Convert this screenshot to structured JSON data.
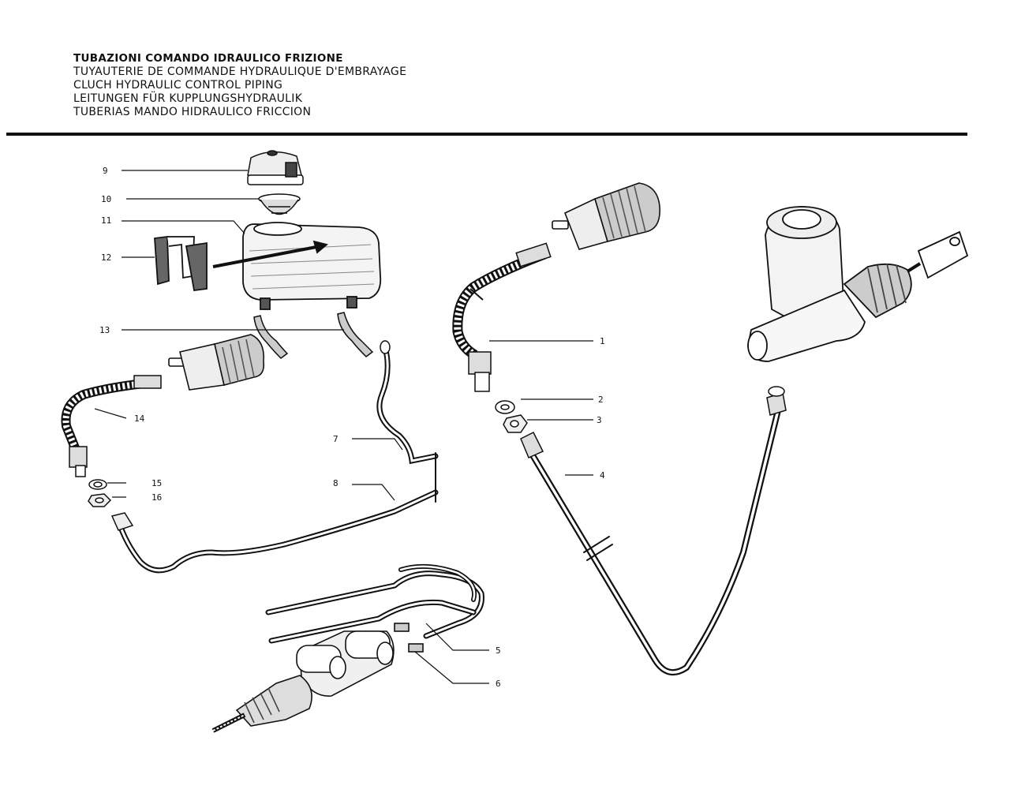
{
  "title": {
    "it": "TUBAZIONI COMANDO IDRAULICO FRIZIONE",
    "fr": "TUYAUTERIE DE COMMANDE HYDRAULIQUE D'EMBRAYAGE",
    "en": "CLUCH HYDRAULIC CONTROL PIPING",
    "de": "LEITUNGEN FÜR KUPPLUNGSHYDRAULIK",
    "es": "TUBERIAS MANDO HIDRAULICO FRICCION"
  },
  "callouts": {
    "c1": "1",
    "c2": "2",
    "c3": "3",
    "c4": "4",
    "c5": "5",
    "c6": "6",
    "c7": "7",
    "c8": "8",
    "c9": "9",
    "c10": "10",
    "c11": "11",
    "c12": "12",
    "c13": "13",
    "c14": "14",
    "c15": "15",
    "c16": "16"
  },
  "parts": [
    {
      "ref": "1",
      "name": "braided-hose"
    },
    {
      "ref": "2",
      "name": "washer"
    },
    {
      "ref": "3",
      "name": "nut"
    },
    {
      "ref": "4",
      "name": "rigid-pipe"
    },
    {
      "ref": "5",
      "name": "pipe"
    },
    {
      "ref": "6",
      "name": "pipe"
    },
    {
      "ref": "7",
      "name": "pipe"
    },
    {
      "ref": "8",
      "name": "pipe"
    },
    {
      "ref": "9",
      "name": "reservoir-cap"
    },
    {
      "ref": "10",
      "name": "filter"
    },
    {
      "ref": "11",
      "name": "reservoir"
    },
    {
      "ref": "12",
      "name": "bracket"
    },
    {
      "ref": "13",
      "name": "hose"
    },
    {
      "ref": "14",
      "name": "braided-hose"
    },
    {
      "ref": "15",
      "name": "washer"
    },
    {
      "ref": "16",
      "name": "nut"
    }
  ]
}
